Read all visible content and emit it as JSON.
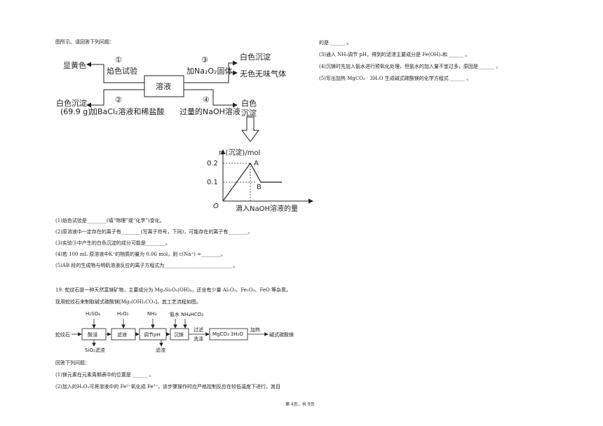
{
  "intro": "图所示。请回答下列问题：",
  "diagram": {
    "center": "溶液",
    "circle1": "①",
    "circle2": "②",
    "circle3": "③",
    "circle4": "④",
    "step1": "焰色试验",
    "result1": "显黄色",
    "step2": "加BaCl₂溶液和稀盐酸",
    "result2a": "白色沉淀",
    "result2b": "(69.9 g)",
    "step3": "加Na₂O₂固体",
    "result3a": "白色沉淀",
    "result3b": "无色无味气体",
    "step4": "过量的NaOH溶液",
    "result4a": "白色",
    "result4b": "沉淀"
  },
  "graph": {
    "ylabel": "n (沉淀)/mol",
    "xlabel": "滴入NaOH溶液的量",
    "origin": "O",
    "y1": "0.2",
    "y2": "0.1",
    "pointA": "A",
    "pointB": "B"
  },
  "questions": {
    "q1": "(1)焰色试验是________(填“物理”或“化学”)变化。",
    "q2": "(2)原溶液中一定存在的离子有________(写离子符号，下同)，可能存在的离子有________。",
    "q3": "(3)实验③中产生的白色沉淀的成分可能是________。",
    "q4": "(4)若 100 mL 原溶液中K⁺的物质的量为 0.06 mol，则 c(Na⁺) =________。",
    "q5": "(5)AB 段的生成物与明矾溶液反应的离子方程式为____________________________。"
  },
  "q19": {
    "line1": "19.   蛇纹石是一种天然富镁矿物，主要成分为 Mg₃Si₂O₅(OH)₄，还含有少量 Al₂O₃、Fe₂O₃、FeO 等杂质。",
    "line2": "现用蛇纹石来制取碱式碳酸镁[Mg₂(OH)₂CO₃]，其工艺流程如图。",
    "flow": {
      "start": "蛇纹石",
      "r1": "H₂SO₄",
      "r2": "H₂O₂",
      "r3": "NH₃",
      "r4": "氨水 NH₄HCO₃",
      "b1": "酸浸",
      "b2": "滤液",
      "b3": "调节pH",
      "b4": "沉镁",
      "b5": "MgCO₃·3H₂O",
      "op1": "过滤",
      "op2": "洗涤",
      "op3": "加热",
      "end": "碱式碳酸镁",
      "out1": "SiO₂滤渣",
      "out2": "滤渣"
    },
    "answer_intro": "回答下列问题：",
    "s1": "(1)镁元素在元素周期表中的位置是 ______ 。",
    "s2": "(2)加入的H₂O₂可将溶液中的 Fe²⁺氧化成 Fe³⁺，该步骤操作时应严格控制反应在较低温度下进行，其目"
  },
  "right": {
    "l0": "的是 ______ 。",
    "l3": "(3)通入 NH₃调节 pH，得到的滤渣主要成分是 Fe(OH)₃和 ______ 。",
    "l4": "(4)沉镁时先加入氨水进行预氧化处理，但氨水的加入量不宜过多，原因是 ______ 。",
    "l5": "(5)写出加热 MgCO₃ · 3H₂O 生成碱式碳酸镁的化学方程式 ______ 。"
  },
  "footer": "第 4页，共 9页"
}
